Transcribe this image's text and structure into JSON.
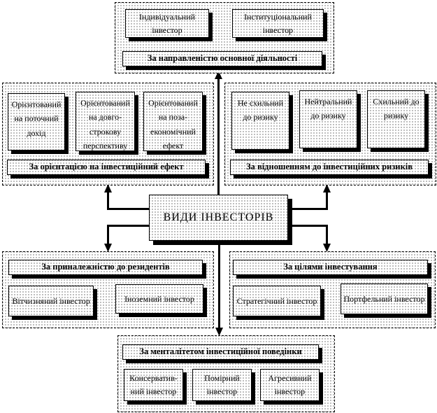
{
  "diagram": {
    "title": "ВИДИ ІНВЕСТОРІВ"
  },
  "groups": {
    "activity": {
      "caption": "За направленістю основної діяльності",
      "items": [
        "Індивідуальний інвестор",
        "Інституціональний інвестор"
      ]
    },
    "effect": {
      "caption": "За орієнтацією на інвестиційний ефект",
      "items": [
        "Орієнтований на поточний дохід",
        "Орієнтований на довго-строкову перспективу",
        "Орієнтований на поза-економічний ефект"
      ]
    },
    "risk": {
      "caption": "За відношенням до інвестиційних ризиків",
      "items": [
        "Не схильний до ризику",
        "Нейтральний до ризику",
        "Схильний до ризику"
      ]
    },
    "residency": {
      "caption": "За приналежністю до резидентів",
      "items": [
        "Вітчизняний інвестор",
        "Іноземний інвестор"
      ]
    },
    "goals": {
      "caption": "За цілями інвестування",
      "items": [
        "Стратегічний інвестор",
        "Портфельний інвестор"
      ]
    },
    "mentality": {
      "caption": "За менталітетом інвестиційної поведінки",
      "items": [
        "Консерватив-ний інвестор",
        "Помірний інвестор",
        "Агресивний інвестор"
      ]
    }
  },
  "colors": {
    "line": "#000000",
    "background": "#ffffff",
    "dot_pattern": "#a9a9a9"
  }
}
